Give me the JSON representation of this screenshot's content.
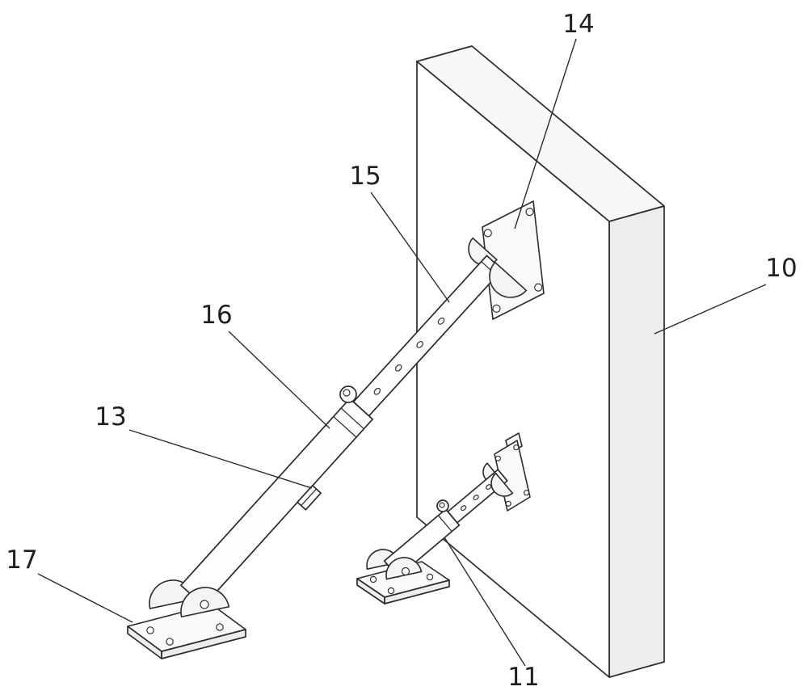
{
  "figure": {
    "kind": "patent-style technical line drawing",
    "subject": "wall panel supported by two telescopic adjustable braces on hinged floor and wall mounts",
    "colors": {
      "background": "#ffffff",
      "line": "#2b2b2b",
      "panel_side_shade": "#ededed"
    },
    "labels": {
      "n10": "10",
      "n11": "11",
      "n13": "13",
      "n14": "14",
      "n15": "15",
      "n16": "16",
      "n17": "17"
    }
  }
}
